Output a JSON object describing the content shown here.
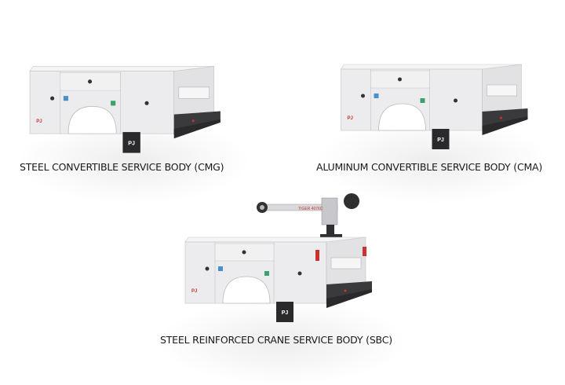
{
  "products": [
    {
      "name": "STEEL CONVERTIBLE SERVICE BODY (CMG)",
      "image_icon": "service-body-image"
    },
    {
      "name": "ALUMINUM CONVERTIBLE SERVICE BODY (CMA)",
      "image_icon": "service-body-image"
    },
    {
      "name": "STEEL REINFORCED CRANE SERVICE BODY (SBC)",
      "image_icon": "crane-service-body-image"
    }
  ],
  "colors": {
    "body": "#ededee",
    "bumper": "#3a3a3d",
    "accent": "#c8332d"
  }
}
